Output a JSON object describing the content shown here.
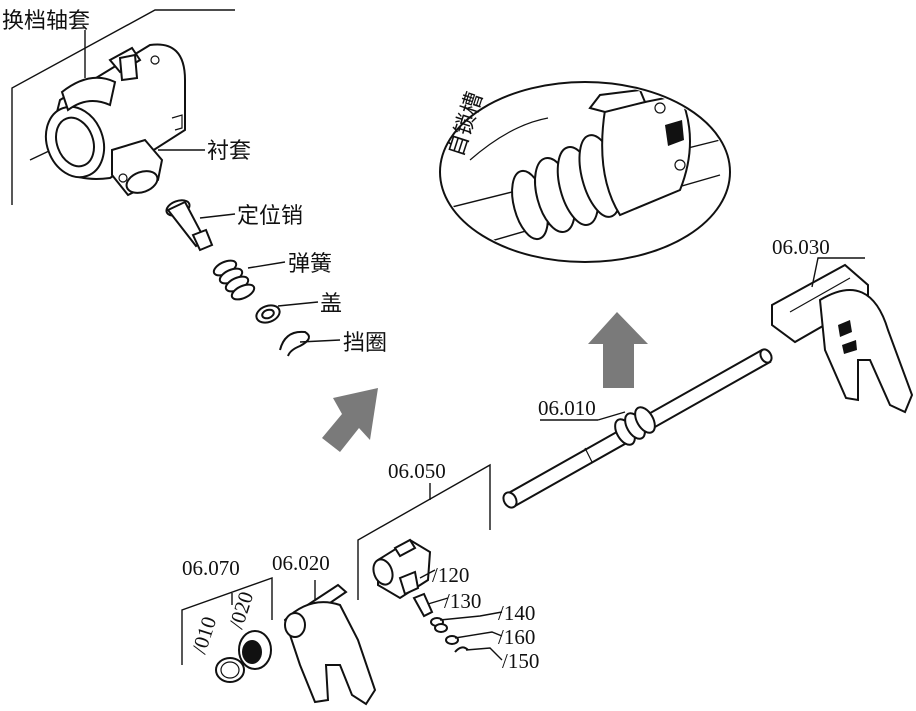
{
  "labels": {
    "shift_sleeve": "换档轴套",
    "bushing": "衬套",
    "locating_pin": "定位销",
    "spring": "弹簧",
    "cap": "盖",
    "retaining_ring": "挡圈",
    "self_lock_groove": "自锁槽"
  },
  "part_numbers": {
    "p030": "06.030",
    "p010": "06.010",
    "p050": "06.050",
    "p070": "06.070",
    "p020": "06.020",
    "s120": "/120",
    "s130": "/130",
    "s140": "/140",
    "s160": "/160",
    "s150": "/150",
    "s010": "/010",
    "s020": "/020"
  },
  "colors": {
    "arrow": "#7a7a7a",
    "line": "#111111",
    "background": "#ffffff"
  }
}
